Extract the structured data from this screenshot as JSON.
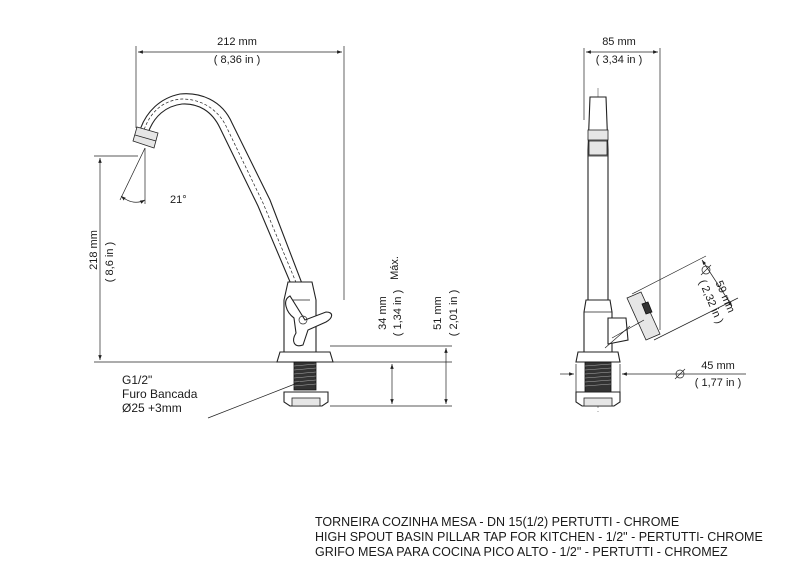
{
  "dimensions": {
    "front_width": {
      "mm": "212 mm",
      "in": "( 8,36 in )"
    },
    "side_width": {
      "mm": "85 mm",
      "in": "( 3,34 in )"
    },
    "height": {
      "mm": "218 mm",
      "in": "( 8,6 in )"
    },
    "angle": "21°",
    "max_label": "Máx.",
    "thread_len": {
      "mm": "34 mm",
      "in": "( 1,34 in )"
    },
    "base_len": {
      "mm": "51 mm",
      "in": "( 2,01 in )"
    },
    "handle_dia": {
      "mm": "59 mm",
      "in": "( 2,32 in )"
    },
    "base_dia": {
      "mm": "45 mm",
      "in": "( 1,77 in )"
    }
  },
  "install_note": [
    "G1/2\"",
    "Furo Bancada",
    "Ø25 +3mm"
  ],
  "titles": [
    "TORNEIRA COZINHA MESA - DN 15(1/2) PERTUTTI - CHROME",
    "HIGH SPOUT BASIN PILLAR TAP FOR KITCHEN - 1/2\" - PERTUTTI- CHROME",
    "GRIFO MESA PARA COCINA PICO ALTO - 1/2\" - PERTUTTI - CHROMEZ"
  ]
}
